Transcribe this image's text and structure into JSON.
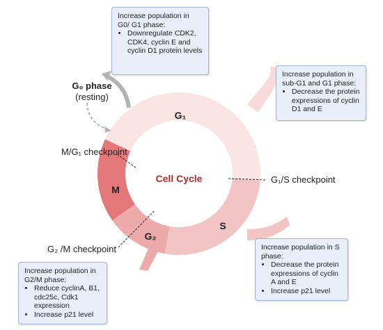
{
  "title": "Cell Cycle",
  "phases": {
    "g1": "G₁",
    "s": "S",
    "g2": "G₂",
    "m": "M"
  },
  "g0": {
    "name": "G₀ phase",
    "note": "(resting)"
  },
  "checkpoints": {
    "mg1": "M/G₁ checkpoint",
    "g1s": "G₁/S checkpoint",
    "g2m": "G₂ /M checkpoint"
  },
  "boxes": {
    "g0g1": {
      "heading": "Increase population in G0/ G1 phase:",
      "items": [
        "Downregulate CDK2, CDK4, cyclin E and cyclin D1 protein levels"
      ]
    },
    "subg1": {
      "heading": "Increase population in sub-G1 and G1 phase:",
      "items": [
        "Decrease the protein expressions of cyclin D1 and E"
      ]
    },
    "s": {
      "heading": "Increase population in S phase:",
      "items": [
        "Decrease the protein expressions of cyclin A and E",
        "Increase p21 level"
      ]
    },
    "g2m": {
      "heading": "Increase population in G2/M phase:",
      "items": [
        "Reduce cyclinA, B1, cdc25c, Cdk1 expression",
        "Increase p21 level"
      ]
    }
  },
  "colors": {
    "g1": "#fbe4e4",
    "s": "#f3c4c4",
    "g2": "#ecaaab",
    "m": "#e3777a",
    "title": "#b22b2b",
    "box_bg": "#e9eef8",
    "box_border": "#9fb3d6"
  }
}
